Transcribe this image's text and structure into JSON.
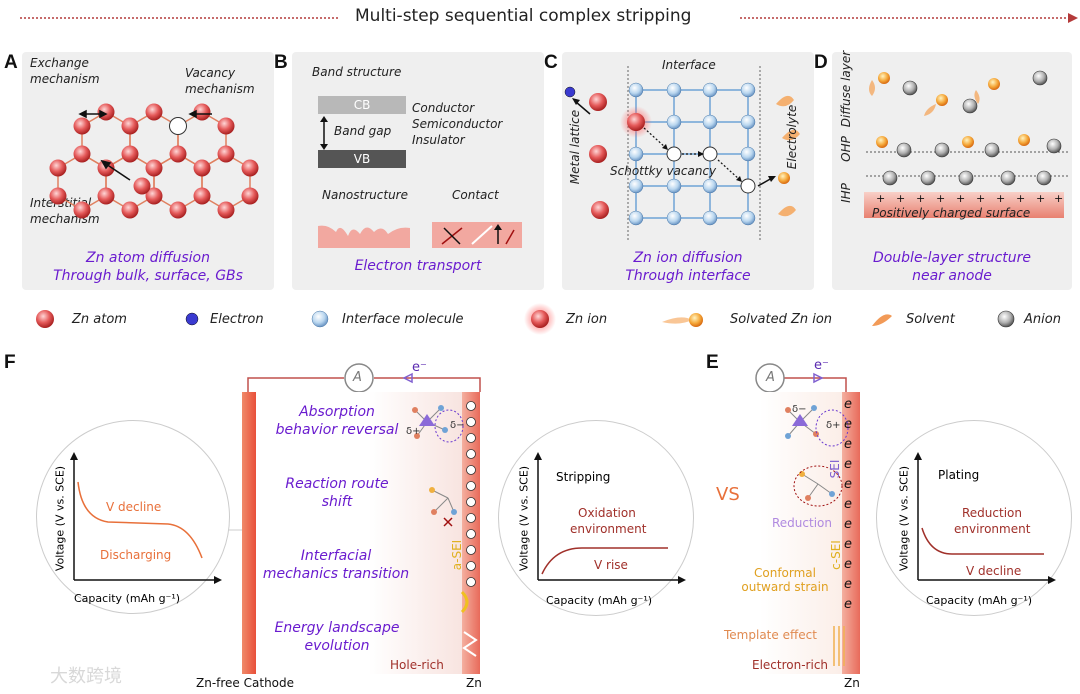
{
  "header": {
    "title": "Multi-step sequential complex stripping"
  },
  "panelA": {
    "letter": "A",
    "exchange": [
      "Exchange",
      "mechanism"
    ],
    "vacancy": [
      "Vacancy",
      "mechanism"
    ],
    "interstitial": [
      "Interstitial",
      "mechanism"
    ],
    "caption": [
      "Zn atom diffusion",
      "Through bulk, surface, GBs"
    ]
  },
  "panelB": {
    "letter": "B",
    "band_structure": "Band structure",
    "cb": "CB",
    "vb": "VB",
    "band_gap": "Band gap",
    "types": [
      "Conductor",
      "Semiconductor",
      "Insulator"
    ],
    "nanostructure": "Nanostructure",
    "contact": "Contact",
    "caption": "Electron transport"
  },
  "panelC": {
    "letter": "C",
    "interface": "Interface",
    "metal_lattice": "Metal lattice",
    "electrolyte": "Electrolyte",
    "schottky": "Schottky vacancy",
    "caption": [
      "Zn ion diffusion",
      "Through interface"
    ]
  },
  "panelD": {
    "letter": "D",
    "diffuse": "Diffuse layer",
    "ohp": "OHP",
    "ihp": "IHP",
    "surface": "Positively charged surface",
    "caption": [
      "Double-layer structure",
      "near anode"
    ]
  },
  "legend": {
    "zn_atom": "Zn atom",
    "electron": "Electron",
    "interface_molecule": "Interface molecule",
    "zn_ion": "Zn ion",
    "solvated": "Solvated Zn ion",
    "solvent": "Solvent",
    "anion": "Anion"
  },
  "panelF": {
    "letter": "F",
    "ammeter": "A",
    "electron": "e⁻",
    "steps": [
      [
        "Absorption",
        "behavior reversal"
      ],
      [
        "Reaction route",
        "shift"
      ],
      [
        "Interfacial",
        "mechanics transition"
      ],
      [
        "Energy landscape",
        "evolution"
      ]
    ],
    "asei": "a-SEI",
    "hole_rich": "Hole-rich",
    "cathode": "Zn-free Cathode",
    "zn": "Zn",
    "delta_minus": "δ−",
    "delta_plus": "δ+",
    "left_plot": {
      "ylabel": "Voltage (V vs. SCE)",
      "xlabel": "Capacity (mAh g⁻¹)",
      "note1": "V decline",
      "note2": "Discharging"
    },
    "right_plot": {
      "ylabel": "Voltage (V vs. SCE)",
      "xlabel": "Capacity (mAh g⁻¹)",
      "title": "Stripping",
      "note": [
        "Oxidation",
        "environment"
      ],
      "note2": "V rise"
    }
  },
  "panelE": {
    "letter": "E",
    "ammeter": "A",
    "electron": "e⁻",
    "vs": "VS",
    "sei": "SEI",
    "csei": "c-SEI",
    "reduction": "Reduction",
    "conformal": [
      "Conformal",
      "outward strain"
    ],
    "template": "Template effect",
    "electron_rich": "Electron-rich",
    "zn": "Zn",
    "delta_minus": "δ−",
    "delta_plus": "δ+",
    "e_glyph": "e",
    "right_plot": {
      "ylabel": "Voltage (V vs. SCE)",
      "xlabel": "Capacity (mAh g⁻¹)",
      "title": "Plating",
      "note": [
        "Reduction",
        "environment"
      ],
      "note2": "V decline"
    }
  },
  "watermark": "大数跨境",
  "colors": {
    "zn_red": "#e04848",
    "purple_text": "#6a1ccf",
    "orange": "#e8703a",
    "yellow": "#f0c020",
    "blue": "#6fa3d6"
  }
}
